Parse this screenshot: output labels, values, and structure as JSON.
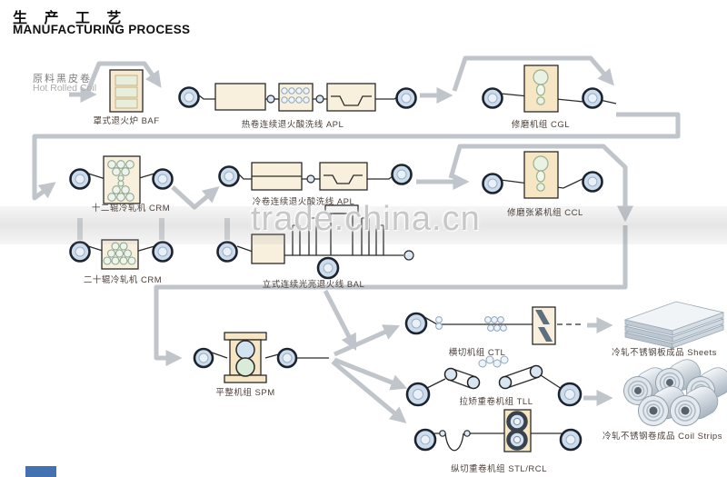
{
  "title": {
    "zh": "生 产 工 艺",
    "en": "MANUFACTURING PROCESS"
  },
  "watermark": "trade.china.cn",
  "input": {
    "zh": "原料黑皮卷",
    "en": "Hot Rolled Coil"
  },
  "stations": {
    "baf": {
      "label": "罩式退火炉 BAF"
    },
    "apl_hot": {
      "label": "热卷连续退火酸洗线 APL"
    },
    "cgl": {
      "label": "修磨机组 CGL"
    },
    "crm12": {
      "label": "十二辊冷轧机 CRM"
    },
    "apl_cold": {
      "label": "冷卷连续退火酸洗线 APL"
    },
    "ccl": {
      "label": "修磨张紧机组 CCL"
    },
    "crm20": {
      "label": "二十辊冷轧机 CRM"
    },
    "bal": {
      "label": "立式连续光亮退火线 BAL"
    },
    "spm": {
      "label": "平整机组 SPM"
    },
    "ctl": {
      "label": "横切机组 CTL"
    },
    "tll": {
      "label": "拉矫重卷机组 TLL"
    },
    "stl_rcl": {
      "label": "纵切重卷机组 STL/RCL"
    }
  },
  "products": {
    "sheets": {
      "label": "冷轧不锈钢板成品 Sheets"
    },
    "coil_strips": {
      "label": "冷轧不锈钢卷成品 Coil Strips"
    }
  },
  "icons": {
    "coil": "circle-with-ring",
    "flow_arrow": "thick-gray-arrow",
    "furnace": "box-with-stacked-trays",
    "rolling_mill": "box-with-roll-cluster",
    "grinding_unit": "box-with-vertical-stones",
    "tank": "box-with-dip-tray",
    "shear": "box-with-diagonal-blades"
  },
  "colors": {
    "flow_arrow": "#bfc5ca",
    "station_fill": "#f8efdd",
    "station_fill_dark": "#f6e6c4",
    "coil_fill": "#ccdcec",
    "label_text": "#4d403a",
    "watermark": "#c7c7c7"
  }
}
